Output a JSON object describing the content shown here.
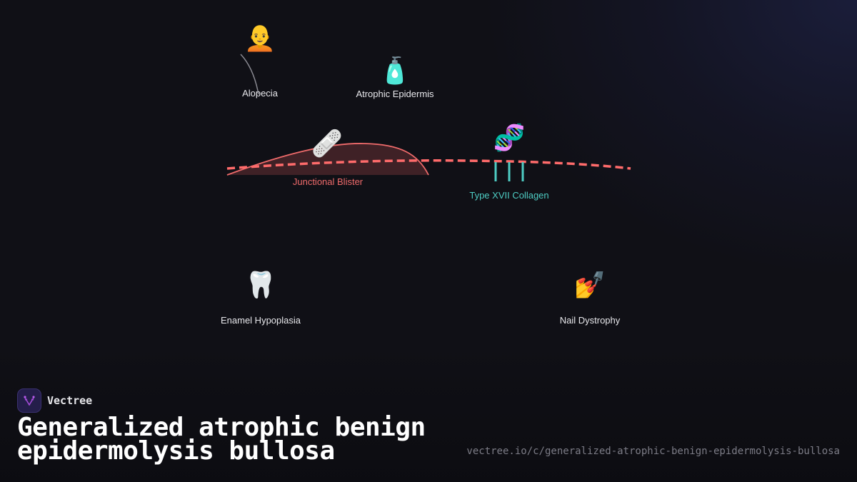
{
  "brand": {
    "name": "Vectree",
    "logo_icon": "vectree-logo-icon"
  },
  "title": {
    "line1": "Generalized atrophic benign",
    "line2": "epidermolysis bullosa"
  },
  "url": "vectree.io/c/generalized-atrophic-benign-epidermolysis-bullosa",
  "colors": {
    "background": "#101016",
    "blister": "#f06b6b",
    "blister_fill": "#3f2126",
    "collagen": "#4ecdc4",
    "membrane_dash": "#ff6b6b",
    "label": "#e8e8ec",
    "url": "#7c7c86"
  },
  "nodes": [
    {
      "id": "alopecia",
      "emoji": "🧑‍🦲",
      "icon": "bald-person-icon",
      "label": "Alopecia"
    },
    {
      "id": "atrophic-epidermis",
      "emoji": "🧴",
      "icon": "lotion-bottle-icon",
      "label": "Atrophic Epidermis"
    },
    {
      "id": "junctional-blister",
      "emoji": "🩹",
      "icon": "bandage-icon",
      "label": "Junctional Blister"
    },
    {
      "id": "type-xvii-collagen",
      "emoji": "🧬",
      "icon": "dna-icon",
      "label": "Type XVII Collagen"
    },
    {
      "id": "enamel-hypoplasia",
      "emoji": "🦷",
      "icon": "tooth-icon",
      "label": "Enamel Hypoplasia"
    },
    {
      "id": "nail-dystrophy",
      "emoji": "💅",
      "icon": "nail-polish-icon",
      "label": "Nail Dystrophy"
    }
  ]
}
